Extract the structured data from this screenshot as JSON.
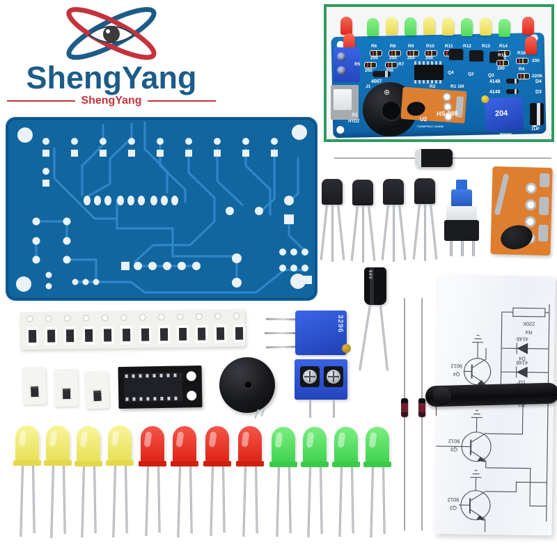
{
  "brand": {
    "title": "ShengYang",
    "subtitle": "ShengYang",
    "title_color": "#1d5c89",
    "accent_red": "#c4333c"
  },
  "inset_board": {
    "border_color": "#2f9b60",
    "board_color": "#1174b9",
    "led_colors": [
      "red",
      "red",
      "green",
      "yellow",
      "green",
      "yellow",
      "yellow",
      "green",
      "yellow",
      "green",
      "red",
      "red"
    ],
    "labels": {
      "r5": "R5",
      "r6": "R6",
      "r7": "R7",
      "r8": "R8",
      "r9": "R9",
      "r10": "R10",
      "r11": "R11",
      "r12": "R12",
      "r13": "R13",
      "r14": "R14",
      "r15": "R15",
      "r16": "R16",
      "r4": "R4",
      "v200": "200",
      "v220k": "220K",
      "d4007": "4007",
      "v4148": "4148",
      "d4": "D4",
      "d3": "D3",
      "q4": "Q4",
      "q2": "Q2",
      "q3": "Q3",
      "r2": "R2",
      "r1_1m": "R1 1M",
      "j1": "J1",
      "s1": "S1",
      "hydz": "HYDZ",
      "u2": "U2",
      "model": "HS-088",
      "code": "71950FFD17-219500",
      "pot": "204",
      "pot_value": "200K",
      "cap": "1UF"
    }
  },
  "kit_parts": {
    "trimmer_marking": "3296",
    "cap_marking": "50V",
    "smd_resistor_count": 12,
    "single_smd_count": 3,
    "transistor_count": 4,
    "main_led_colors": [
      "yellow",
      "yellow",
      "yellow",
      "yellow",
      "red",
      "red",
      "red",
      "red",
      "green",
      "green",
      "green",
      "green"
    ]
  },
  "schematic": {
    "r4": "R4",
    "r4_value": "220K",
    "diode_type": "4148",
    "d4": "D4",
    "d3": "D3",
    "d2": "D2",
    "q4": "Q4",
    "q3": "Q3",
    "q2": "Q2",
    "transistor_type": "9012"
  }
}
